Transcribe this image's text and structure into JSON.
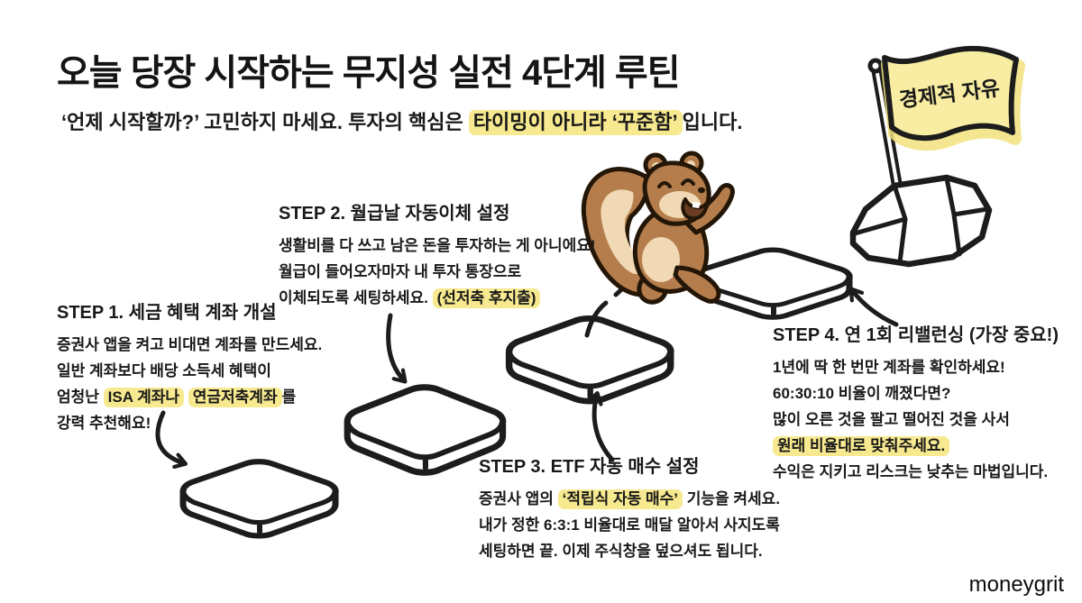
{
  "header": {
    "title": "오늘 당장 시작하는 무지성 실전 4단계 루틴",
    "subtitle": {
      "prefix": "‘언제 시작할까?’ 고민하지 마세요. 투자의 핵심은 ",
      "highlight": "타이밍이 아니라 ‘꾸준함’",
      "suffix": "입니다."
    }
  },
  "goal_flag": {
    "label": "경제적 자유"
  },
  "steps": [
    {
      "heading": "STEP 1. 세금 혜택 계좌 개설",
      "line1": "증권사 앱을 켜고 비대면 계좌를 만드세요.",
      "line2": "일반 계좌보다 배당 소득세 혜택이",
      "line3_pre": "엄청난 ",
      "line3_hl1": "ISA 계좌나",
      "line3_mid": " ",
      "line3_hl2": "연금저축계좌",
      "line3_post": "를",
      "line4": "강력 추천해요!"
    },
    {
      "heading": "STEP 2. 월급날 자동이체 설정",
      "line1": "생활비를 다 쓰고 남은 돈을 투자하는 게 아니에요!",
      "line2": "월급이 들어오자마자 내 투자 통장으로",
      "line3_pre": "이체되도록 세팅하세요. ",
      "line3_hl": "(선저축 후지출)"
    },
    {
      "heading": "STEP 3. ETF 자동 매수 설정",
      "line1_pre": "증권사 앱의 ",
      "line1_hl": "‘적립식 자동 매수’",
      "line1_post": " 기능을 켜세요.",
      "line2": "내가 정한 6:3:1 비율대로 매달 알아서 사지도록",
      "line3": "세팅하면 끝. 이제 주식창을 덮으셔도 됩니다."
    },
    {
      "heading": "STEP 4. 연 1회 리밸런싱 (가장 중요!)",
      "line1": "1년에 딱 한 번만 계좌를 확인하세요!",
      "line2": "60:30:10 비율이 깨졌다면?",
      "line3": "많이 오른 것을 팔고 떨어진 것을 사서",
      "line4_hl": "원래 비율대로 맞춰주세요.",
      "line5": "수익은 지키고 리스크는 낮추는 마법입니다."
    }
  ],
  "watermark": "moneygrit",
  "colors": {
    "highlight": "#f7e98f",
    "ink": "#1c1c1c",
    "flag_fill": "#f8eda2",
    "squirrel_fur": "#b57d4c",
    "squirrel_light": "#f0d9b4"
  }
}
